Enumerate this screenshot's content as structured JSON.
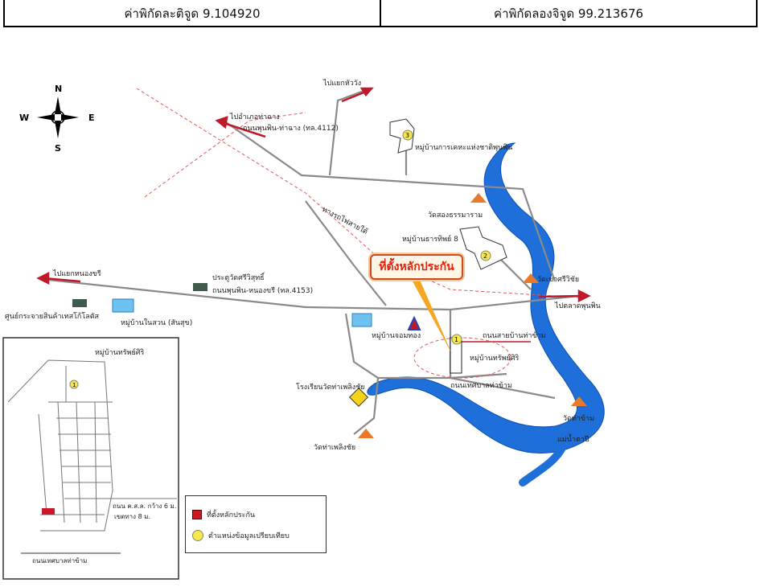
{
  "coords": {
    "latitude_label": "ค่าพิกัดละติจูด 9.104920",
    "longitude_label": "ค่าพิกัดลองจิจูด 99.213676"
  },
  "compass": {
    "n": "N",
    "s": "S",
    "e": "E",
    "w": "W"
  },
  "site_callout": "ที่ตั้งหลักประกัน",
  "labels": {
    "to_surat": "ไปแยกหัววัง",
    "to_ban_na_san": "ไปอำเภอท่าฉาง",
    "road_4112": "ถนนพุนพิน-ท่าฉาง (ทล.4112)",
    "village_3": "หมู่บ้านการเคหะแห่งชาติพุนพิน",
    "railway": "ทางรถไฟสายใต้",
    "temple_north": "วัดสองธรรมาราม",
    "village_2": "หมู่บ้านธารทิพย์ 8",
    "to_nong_kham": "ไปแยกหนองขรี",
    "school_gate": "ประตูวัดศรีวิสุทธิ์",
    "road_4153": "ถนนพุนพิน-หนองขรี (ทล.4153)",
    "temple_east": "วัดเขาศรีวิชัย",
    "to_khlong": "ไปตลาดพุนพิน",
    "market": "ศูนย์กระจายสินค้าเทสโก้โลตัส",
    "village_garden": "หมู่บ้านในสวน (สันสุข)",
    "village_center": "หมู่บ้านจอมทอง",
    "road_branch": "ถนนสายบ้านท่าข้าม",
    "village_1": "หมู่บ้านทรัพย์ศิริ",
    "road_bottom": "ถนนเทศบาลท่าข้าม",
    "school": "โรงเรียนวัดท่าเพลิงชัย",
    "temple_tha_kham": "วัดท่าข้าม",
    "temple_phloeng": "วัดท่าเพลิงชัย",
    "river": "แม่น้ำตาปี",
    "inset_village": "หมู่บ้านทรัพย์ศิริ",
    "inset_road": "ถนน ค.ส.ล. กว้าง 6 ม.",
    "inset_road2": "เขตทาง 8 ม.",
    "inset_bottom_road": "ถนนเทศบาลท่าข้าม"
  },
  "legend": {
    "site": "ที่ตั้งหลักประกัน",
    "reference": "ตำแหน่งข้อมูลเปรียบเทียบ"
  },
  "markers": {
    "m1": "1",
    "m2": "2",
    "m3": "3"
  },
  "colors": {
    "river": "#1e6fd9",
    "road": "#8a8a8a",
    "railway": "#e05a5a",
    "arrow": "#c01a2a",
    "site_red": "#c8182a",
    "marker_yellow": "#f6e84a"
  }
}
